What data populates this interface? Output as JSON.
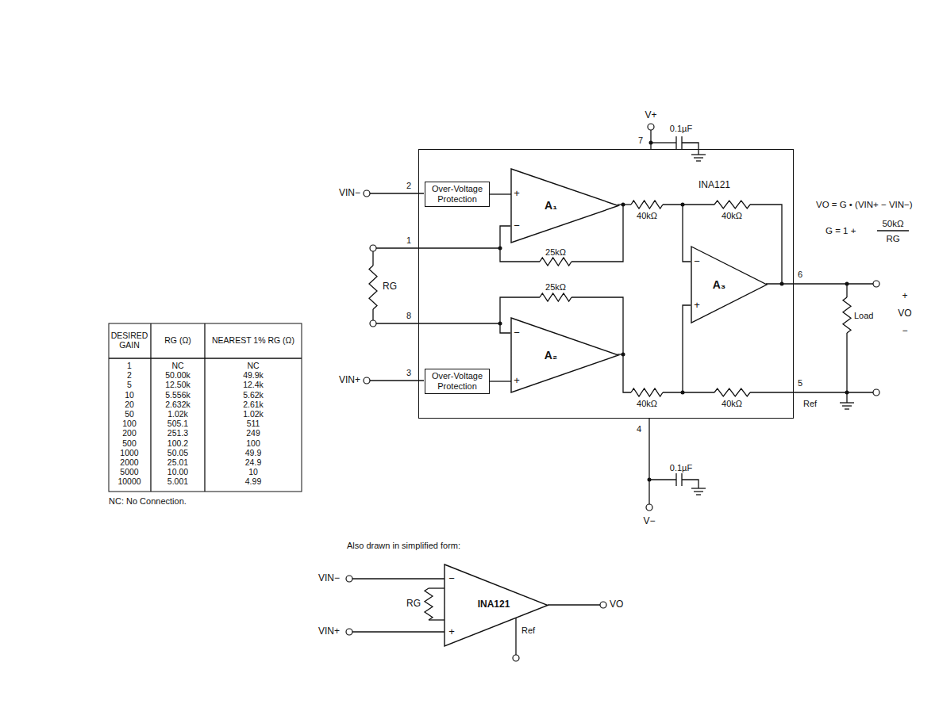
{
  "diagram": {
    "nodes": [
      {
        "text": [
          "INA121"
        ]
      },
      {
        "text": [
          "Over-Voltage Protection"
        ],
        "in": 0
      },
      {
        "text": [
          "A₁"
        ],
        "in": 0
      },
      {
        "text": [
          "A₃"
        ],
        "in": 0
      },
      {
        "text": [
          "A₂"
        ],
        "in": 0
      },
      {
        "text": [
          "Over-Voltage Protection"
        ],
        "in": 0
      },
      {
        "text": [
          "INA121"
        ]
      }
    ],
    "edges": [
      {
        "from": 1,
        "to": 2,
        "arrow": "none"
      },
      {
        "from": 5,
        "to": 4,
        "arrow": "none"
      }
    ],
    "labels": [
      "V+",
      "0.1µF",
      "7",
      "2",
      "VIN−",
      "1",
      "8",
      "3",
      "VIN+",
      "RG",
      "40kΩ",
      "40kΩ",
      "25kΩ",
      "25kΩ",
      "40kΩ",
      "40kΩ",
      "6",
      "5",
      "Ref",
      "Load",
      "+",
      "VO",
      "−",
      "VO = G • (VIN+ − VIN−)",
      "G = 1 +",
      "50kΩ",
      "RG",
      "4",
      "0.1µF",
      "V−",
      "Also drawn in simplified form:",
      "VIN−",
      "VIN+",
      "RG",
      "VO",
      "Ref",
      "NC: No Connection.",
      "DESIRED GAIN",
      "RG (Ω)",
      "NEAREST 1% RG (Ω)",
      "1",
      "NC",
      "NC",
      "2",
      "50.00k",
      "49.9k",
      "5",
      "12.50k",
      "12.4k",
      "10",
      "5.556k",
      "5.62k",
      "20",
      "2.632k",
      "2.61k",
      "50",
      "1.02k",
      "1.02k",
      "100",
      "505.1",
      "511",
      "200",
      "251.3",
      "249",
      "500",
      "100.2",
      "100",
      "1000",
      "50.05",
      "49.9",
      "2000",
      "25.01",
      "24.9",
      "5000",
      "10.00",
      "10",
      "10000",
      "5.001",
      "4.99",
      "+",
      "−",
      "−",
      "+",
      "−",
      "+",
      "−",
      "+"
    ]
  }
}
